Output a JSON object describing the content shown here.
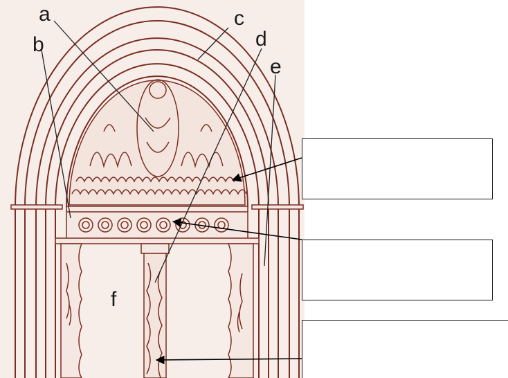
{
  "diagram": {
    "labels": {
      "a": "a",
      "b": "b",
      "c": "c",
      "d": "d",
      "e": "e",
      "f": "f"
    },
    "answer_boxes": [
      {
        "name": "box-tympanum",
        "text": ""
      },
      {
        "name": "box-lintel",
        "text": ""
      },
      {
        "name": "box-trumeau",
        "text": ""
      }
    ],
    "colors": {
      "drawing_line": "#7a2e22",
      "background": "#f7eeea",
      "leader_line": "#222222",
      "arrow": "#000000"
    }
  }
}
